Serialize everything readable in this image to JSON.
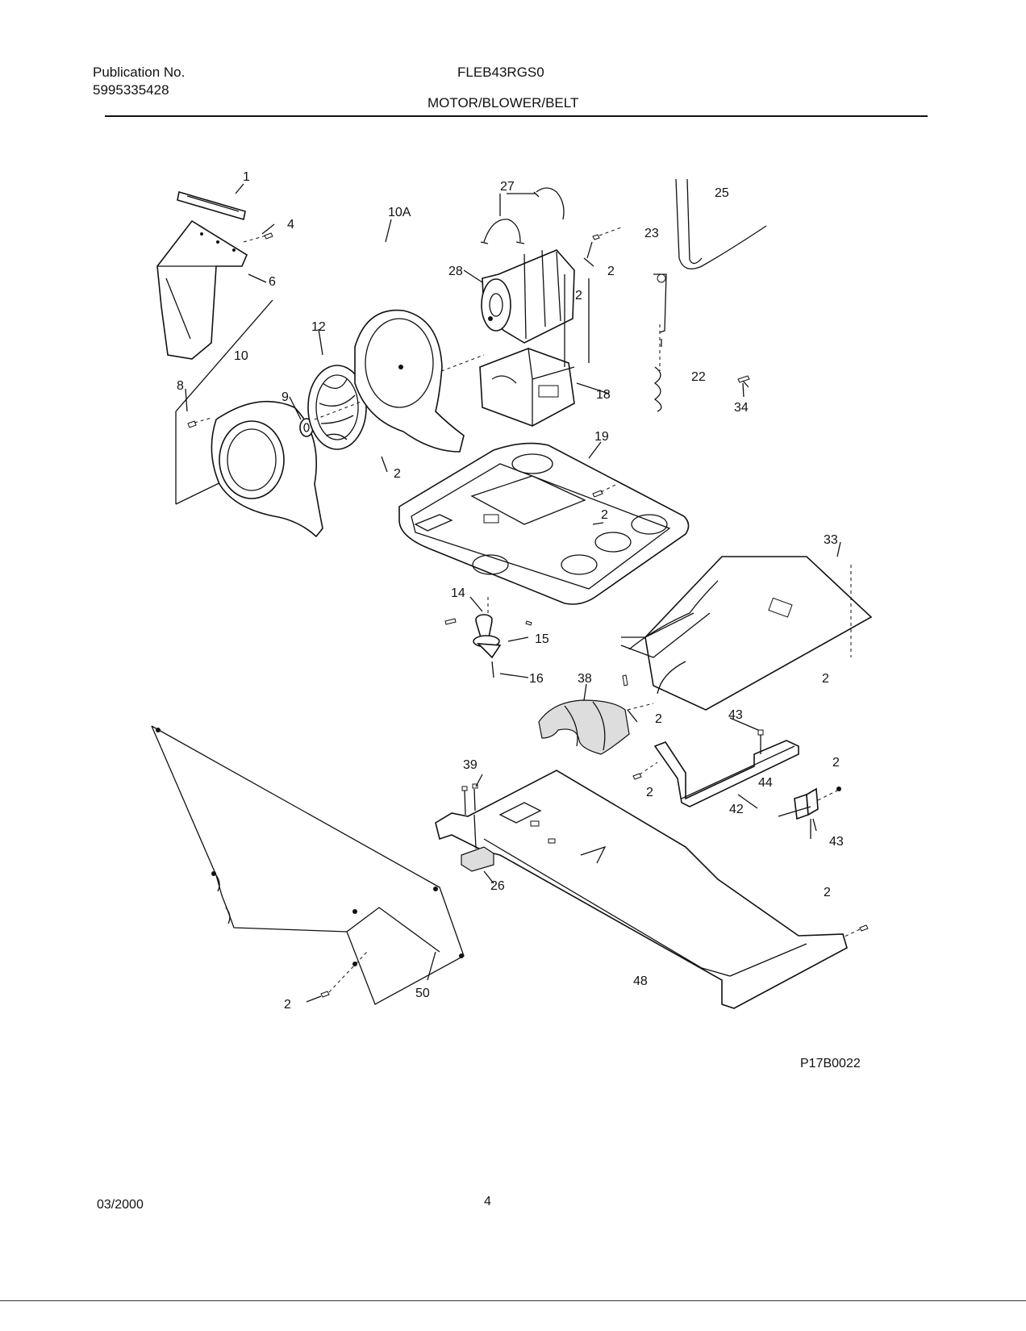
{
  "header": {
    "publication_label": "Publication No.",
    "publication_number": "5995335428",
    "model_number": "FLEB43RGS0",
    "section_title": "MOTOR/BLOWER/BELT"
  },
  "callouts": {
    "c1": "1",
    "c4": "4",
    "c6": "6",
    "c10": "10",
    "c10A": "10A",
    "c12": "12",
    "c8": "8",
    "c9": "9",
    "c2a": "2",
    "c27": "27",
    "c28": "28",
    "c2b": "2",
    "c2c": "2",
    "c23": "23",
    "c25": "25",
    "c22": "22",
    "c34": "34",
    "c18": "18",
    "c19": "19",
    "c2d": "2",
    "c33": "33",
    "c14": "14",
    "c15": "15",
    "c16": "16",
    "c38": "38",
    "c2e": "2",
    "c2f": "2",
    "c43a": "43",
    "c2g": "2",
    "c44": "44",
    "c39": "39",
    "c2h": "2",
    "c42": "42",
    "c43b": "43",
    "c26": "26",
    "c2i": "2",
    "c48": "48",
    "c50": "50",
    "c2j": "2"
  },
  "diagram_code": "P17B0022",
  "footer": {
    "date": "03/2000",
    "page_number": "4"
  }
}
